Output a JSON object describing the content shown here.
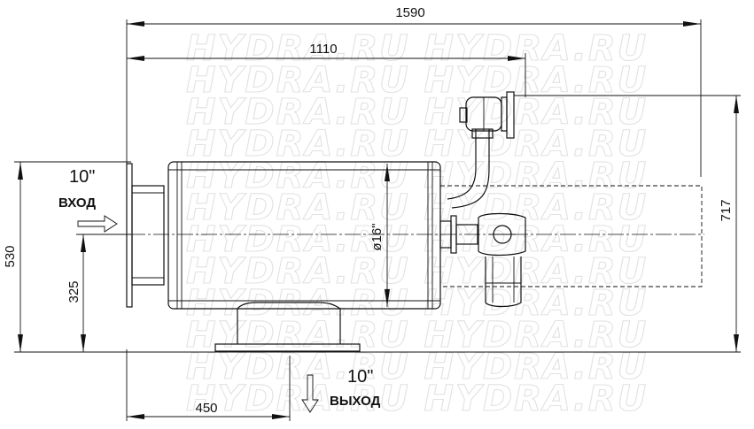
{
  "watermark": "HYDRA.RU HYDRA.RU",
  "dimensions": {
    "overall_length": "1590",
    "body_length": "1110",
    "outlet_offset": "450",
    "overall_height": "530",
    "inlet_height": "325",
    "valve_height": "717",
    "diameter": "ø16\""
  },
  "inlet": {
    "size": "10\"",
    "label": "ВХОД"
  },
  "outlet": {
    "size": "10\"",
    "label": "ВЫХОД"
  }
}
